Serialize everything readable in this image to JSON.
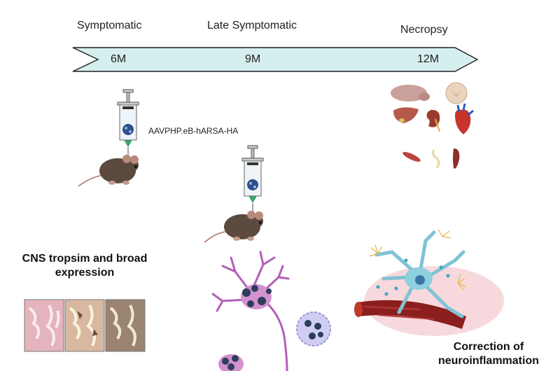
{
  "stages": {
    "symptomatic": "Symptomatic",
    "late_symptomatic": "Late Symptomatic",
    "necropsy": "Necropsy"
  },
  "timeline": {
    "ticks": [
      "6M",
      "9M",
      "12M"
    ],
    "color": "#d5efee"
  },
  "injection": {
    "vector_label": "AAVPHP.eB-hARSA-HA"
  },
  "headings": {
    "cns_line1": "CNS tropsim and broad",
    "cns_line2": "expression",
    "correction_line1": "Correction of",
    "correction_line2": "neuroinflammation"
  },
  "icons": [
    "syringe-icon",
    "mouse-icon",
    "brain-icon",
    "spinal-cord-icon",
    "liver-icon",
    "kidney-icon",
    "heart-icon",
    "muscle-icon",
    "nerve-icon",
    "spleen-icon",
    "tissue-section-icon",
    "neuron-icon",
    "macrophage-icon",
    "blood-vessel-icon",
    "astrocyte-icon"
  ]
}
